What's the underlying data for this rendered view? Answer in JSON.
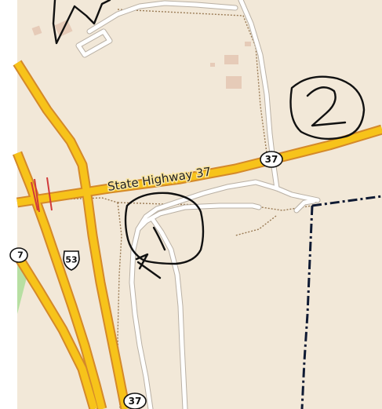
{
  "map": {
    "road_labels": {
      "state_highway": "State Highway 37"
    },
    "shields": {
      "sh37_top": "37",
      "us53": "53",
      "sh37_bottom": "37",
      "left_partial": "7"
    },
    "annotations": {
      "circled_number": "2"
    },
    "colors": {
      "land": "#f2e8d8",
      "highway_fill": "#f7c31a",
      "highway_casing": "#d4892a",
      "red_center": "#d13a3a",
      "minor_road": "#ffffff",
      "minor_road_casing": "#b9b0a4",
      "track": "#9a7b55",
      "boundary": "#0f1a33",
      "building": "#e6cbb8",
      "grass": "#b7dfa2",
      "ink": "#111111"
    }
  }
}
